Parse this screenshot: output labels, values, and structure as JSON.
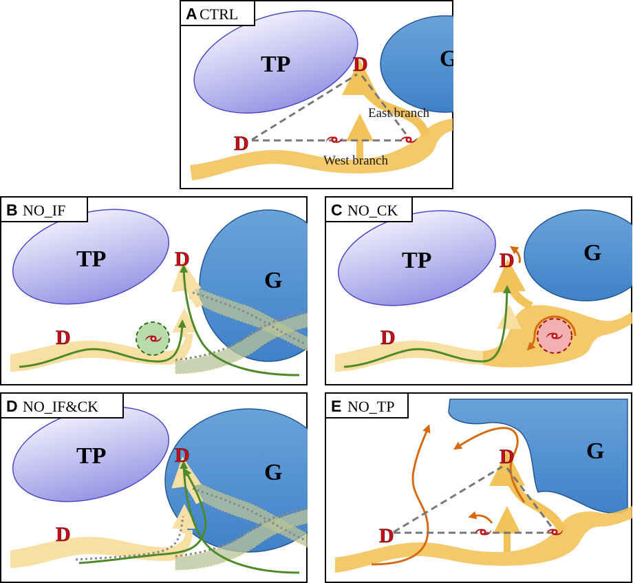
{
  "colors": {
    "tp_fill_top": "#e7e5fb",
    "tp_fill_bottom": "#9d9be6",
    "g_fill": "#4f8fd1",
    "flow_yellow": "#f2c35b",
    "flow_yellow_light": "#f8dfa4",
    "green_path": "#4d8a2a",
    "orange_path": "#d66a12",
    "low_red": "#c4101a",
    "dash_gray": "#777777"
  },
  "panels": [
    {
      "id": "A",
      "letter": "A",
      "name": "CTRL",
      "tp": "TP",
      "g": "G",
      "lows": [
        "D",
        "D"
      ],
      "east_branch": "East branch",
      "west_branch": "West branch"
    },
    {
      "id": "B",
      "letter": "B",
      "name": "NO_IF",
      "tp": "TP",
      "g": "G",
      "lows": [
        "D",
        "D"
      ]
    },
    {
      "id": "C",
      "letter": "C",
      "name": "NO_CK",
      "tp": "TP",
      "g": "G",
      "lows": [
        "D",
        "D"
      ]
    },
    {
      "id": "D",
      "letter": "D",
      "name": "NO_IF&CK",
      "tp": "TP",
      "g": "G",
      "lows": [
        "D",
        "D"
      ]
    },
    {
      "id": "E",
      "letter": "E",
      "name": "NO_TP",
      "g": "G",
      "lows": [
        "D",
        "D"
      ]
    }
  ]
}
